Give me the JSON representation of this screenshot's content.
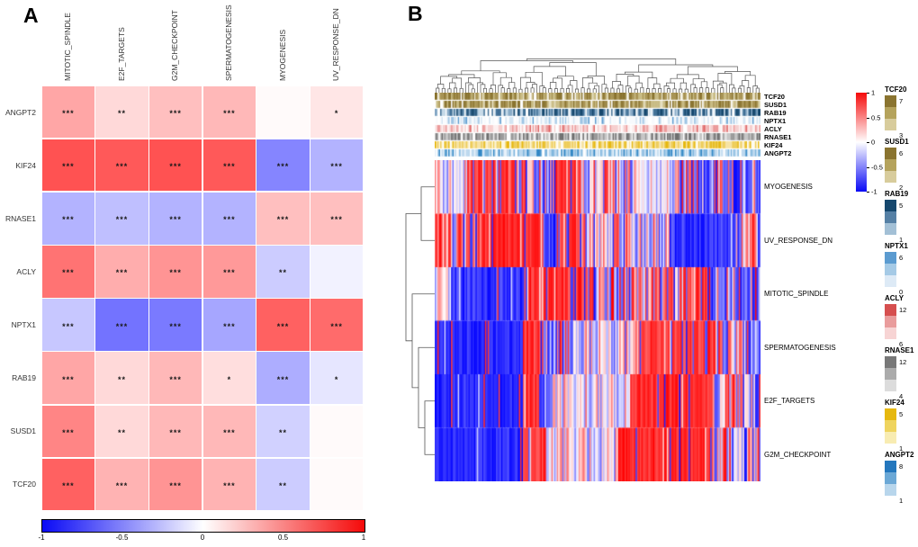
{
  "panel_a_label": "A",
  "panel_b_label": "B",
  "chart_data": [
    {
      "type": "heatmap",
      "name": "correlation-heatmap",
      "columns": [
        "MITOTIC_SPINDLE",
        "E2F_TARGETS",
        "G2M_CHECKPOINT",
        "SPERMATOGENESIS",
        "MYOGENESIS",
        "UV_RESPONSE_DN"
      ],
      "rows": [
        "ANGPT2",
        "KIF24",
        "RNASE1",
        "ACLY",
        "NPTX1",
        "RAB19",
        "SUSD1",
        "TCF20"
      ],
      "values": [
        [
          0.35,
          0.15,
          0.25,
          0.28,
          0.02,
          0.1
        ],
        [
          0.68,
          0.65,
          0.68,
          0.65,
          -0.48,
          -0.3
        ],
        [
          -0.3,
          -0.25,
          -0.3,
          -0.3,
          0.25,
          0.25
        ],
        [
          0.55,
          0.32,
          0.42,
          0.4,
          -0.2,
          -0.05
        ],
        [
          -0.22,
          -0.55,
          -0.52,
          -0.35,
          0.62,
          0.58
        ],
        [
          0.35,
          0.15,
          0.28,
          0.13,
          -0.32,
          -0.1
        ],
        [
          0.48,
          0.15,
          0.28,
          0.28,
          -0.18,
          0.02
        ],
        [
          0.62,
          0.3,
          0.42,
          0.3,
          -0.2,
          0.02
        ]
      ],
      "significance": [
        [
          "***",
          "**",
          "***",
          "***",
          "",
          "*"
        ],
        [
          "***",
          "***",
          "***",
          "***",
          "***",
          "***"
        ],
        [
          "***",
          "***",
          "***",
          "***",
          "***",
          "***"
        ],
        [
          "***",
          "***",
          "***",
          "***",
          "**",
          ""
        ],
        [
          "***",
          "***",
          "***",
          "***",
          "***",
          "***"
        ],
        [
          "***",
          "**",
          "***",
          "*",
          "***",
          "*"
        ],
        [
          "***",
          "**",
          "***",
          "***",
          "**",
          ""
        ],
        [
          "***",
          "***",
          "***",
          "***",
          "**",
          ""
        ]
      ],
      "colorbar": {
        "range": [
          -1,
          1
        ],
        "ticks": [
          "-1",
          "-0.5",
          "0",
          "0.5",
          "1"
        ],
        "low_color": "#0a0af5",
        "mid_color": "#ffffff",
        "high_color": "#f50a0a"
      }
    },
    {
      "type": "heatmap",
      "name": "clustered-expression-heatmap",
      "n_columns": 240,
      "heatmap_rows": [
        "MYOGENESIS",
        "UV_RESPONSE_DN",
        "MITOTIC_SPINDLE",
        "SPERMATOGENESIS",
        "E2F_TARGETS",
        "G2M_CHECKPOINT"
      ],
      "row_dendrogram_structure": "((MYOGENESIS,UV_RESPONSE_DN),(MITOTIC_SPINDLE,(SPERMATOGENESIS,(E2F_TARGETS,G2M_CHECKPOINT))))",
      "annotation_tracks": [
        {
          "name": "TCF20",
          "palette": [
            "#8a7430",
            "#a99454",
            "#c9bc85",
            "#e6dfc2",
            "#ffffff"
          ],
          "weights": [
            0.33,
            0.3,
            0.2,
            0.1,
            0.07
          ]
        },
        {
          "name": "SUSD1",
          "palette": [
            "#8a7430",
            "#a99454",
            "#c9bc85",
            "#e6dfc2",
            "#ffffff"
          ],
          "weights": [
            0.3,
            0.28,
            0.22,
            0.1,
            0.1
          ]
        },
        {
          "name": "RAB19",
          "palette": [
            "#16486e",
            "#3f6f96",
            "#88abc7",
            "#c6d9e8",
            "#ffffff"
          ],
          "weights": [
            0.28,
            0.25,
            0.2,
            0.15,
            0.12
          ]
        },
        {
          "name": "NPTX1",
          "palette": [
            "#5b9bd0",
            "#9cc4e4",
            "#d4e5f3",
            "#f7fafd",
            "#ffffff"
          ],
          "weights": [
            0.06,
            0.12,
            0.25,
            0.27,
            0.3
          ]
        },
        {
          "name": "ACLY",
          "palette": [
            "#dd5f5f",
            "#eb9a9a",
            "#f6cfcf",
            "#fdf0f0",
            "#ffffff"
          ],
          "weights": [
            0.06,
            0.18,
            0.38,
            0.23,
            0.15
          ]
        },
        {
          "name": "RNASE1",
          "palette": [
            "#6e6e6e",
            "#9a9a9a",
            "#c6c6c6",
            "#eeeeee",
            "#ffffff"
          ],
          "weights": [
            0.2,
            0.28,
            0.27,
            0.15,
            0.1
          ]
        },
        {
          "name": "KIF24",
          "palette": [
            "#e6b80f",
            "#eecd5a",
            "#f6e3a3",
            "#fdf7dd",
            "#ffffff"
          ],
          "weights": [
            0.18,
            0.3,
            0.28,
            0.14,
            0.1
          ]
        },
        {
          "name": "ANGPT2",
          "palette": [
            "#2f85c4",
            "#7db5dd",
            "#bcd8ee",
            "#e9f2fa",
            "#ffffff"
          ],
          "weights": [
            0.1,
            0.24,
            0.34,
            0.22,
            0.1
          ]
        }
      ],
      "column_block_structure": {
        "MYOGENESIS": [
          [
            0,
            0.1,
            0.6,
            0.1,
            0.6,
            0.3
          ],
          [
            0.1,
            0.3,
            0.85,
            0.5,
            1,
            0.1
          ],
          [
            0.3,
            0.37,
            0.25,
            0.3,
            1,
            0.2
          ],
          [
            0.37,
            0.45,
            0.9,
            0.6,
            1,
            0.05
          ],
          [
            0.45,
            0.62,
            0.5,
            0.2,
            0.9,
            0.25
          ],
          [
            0.62,
            0.75,
            0.45,
            0.1,
            0.6,
            0.3
          ],
          [
            0.75,
            1,
            0.12,
            0.5,
            1,
            0.1
          ]
        ],
        "UV_RESPONSE_DN": [
          [
            0,
            0.15,
            0.75,
            0.4,
            1,
            0.1
          ],
          [
            0.15,
            0.33,
            0.95,
            0.7,
            1,
            0.03
          ],
          [
            0.33,
            0.37,
            0.15,
            0.5,
            1,
            0.1
          ],
          [
            0.37,
            0.45,
            0.88,
            0.6,
            1,
            0.05
          ],
          [
            0.45,
            0.62,
            0.55,
            0.2,
            0.9,
            0.2
          ],
          [
            0.62,
            0.72,
            0.45,
            0.2,
            0.8,
            0.25
          ],
          [
            0.72,
            0.92,
            0.08,
            0.6,
            1,
            0.05
          ],
          [
            0.92,
            1,
            0.45,
            0.3,
            1,
            0.15
          ]
        ],
        "MITOTIC_SPINDLE": [
          [
            0,
            0.05,
            0.6,
            0.1,
            0.5,
            0.3
          ],
          [
            0.05,
            0.28,
            0.1,
            0.6,
            1,
            0.08
          ],
          [
            0.28,
            0.5,
            0.9,
            0.6,
            1,
            0.08
          ],
          [
            0.5,
            0.65,
            0.6,
            0.3,
            1,
            0.15
          ],
          [
            0.65,
            0.85,
            0.78,
            0.4,
            1,
            0.1
          ],
          [
            0.85,
            1,
            0.3,
            0.4,
            1,
            0.15
          ]
        ],
        "SPERMATOGENESIS": [
          [
            0,
            0.27,
            0.06,
            0.7,
            1,
            0.04
          ],
          [
            0.27,
            0.33,
            0.9,
            0.6,
            1,
            0.05
          ],
          [
            0.33,
            0.42,
            0.3,
            0.3,
            1,
            0.15
          ],
          [
            0.42,
            0.62,
            0.55,
            0.15,
            0.7,
            0.3
          ],
          [
            0.62,
            0.88,
            0.88,
            0.6,
            1,
            0.06
          ],
          [
            0.88,
            1,
            0.4,
            0.3,
            0.9,
            0.2
          ]
        ],
        "E2F_TARGETS": [
          [
            0,
            0.27,
            0.07,
            0.7,
            1,
            0.04
          ],
          [
            0.27,
            0.32,
            0.9,
            0.6,
            1,
            0.05
          ],
          [
            0.32,
            0.36,
            0.15,
            0.5,
            1,
            0.1
          ],
          [
            0.36,
            0.6,
            0.6,
            0.15,
            0.6,
            0.3
          ],
          [
            0.6,
            0.85,
            0.92,
            0.7,
            1,
            0.04
          ],
          [
            0.85,
            1,
            0.6,
            0.3,
            1,
            0.2
          ]
        ],
        "G2M_CHECKPOINT": [
          [
            0,
            0.27,
            0.05,
            0.7,
            1,
            0.03
          ],
          [
            0.27,
            0.34,
            0.88,
            0.6,
            1,
            0.05
          ],
          [
            0.34,
            0.56,
            0.55,
            0.15,
            0.6,
            0.3
          ],
          [
            0.56,
            0.85,
            0.93,
            0.7,
            1,
            0.04
          ],
          [
            0.85,
            1,
            0.55,
            0.3,
            1,
            0.2
          ]
        ]
      },
      "main_legend": {
        "ticks": [
          "1",
          "0.5",
          "0",
          "-0.5",
          "-1"
        ],
        "high_color": "#f50a0a",
        "mid_color": "#ffffff",
        "low_color": "#0a0af5"
      },
      "legends": [
        {
          "name": "TCF20",
          "colors": [
            "#8a7430",
            "#b5a35c",
            "#d8cc9c"
          ],
          "max": "7",
          "min": "3"
        },
        {
          "name": "SUSD1",
          "colors": [
            "#8a7430",
            "#b5a35c",
            "#d8cc9c"
          ],
          "max": "6",
          "min": "2"
        },
        {
          "name": "RAB19",
          "colors": [
            "#16486e",
            "#5580a5",
            "#a3c0d6"
          ],
          "max": "5",
          "min": "1"
        },
        {
          "name": "NPTX1",
          "colors": [
            "#5b9bd0",
            "#a5cae6",
            "#ddeaf6"
          ],
          "max": "6",
          "min": "0"
        },
        {
          "name": "ACLY",
          "colors": [
            "#d64f4f",
            "#e99c9c",
            "#f7d4d4"
          ],
          "max": "12",
          "min": "6"
        },
        {
          "name": "RNASE1",
          "colors": [
            "#787878",
            "#ababab",
            "#dcdcdc"
          ],
          "max": "12",
          "min": "4"
        },
        {
          "name": "KIF24",
          "colors": [
            "#e6b80f",
            "#efd45e",
            "#f8ecb2"
          ],
          "max": "5",
          "min": "1"
        },
        {
          "name": "ANGPT2",
          "colors": [
            "#2477bd",
            "#6ba8d6",
            "#b8d6ec"
          ],
          "max": "8",
          "min": "1"
        }
      ]
    }
  ]
}
